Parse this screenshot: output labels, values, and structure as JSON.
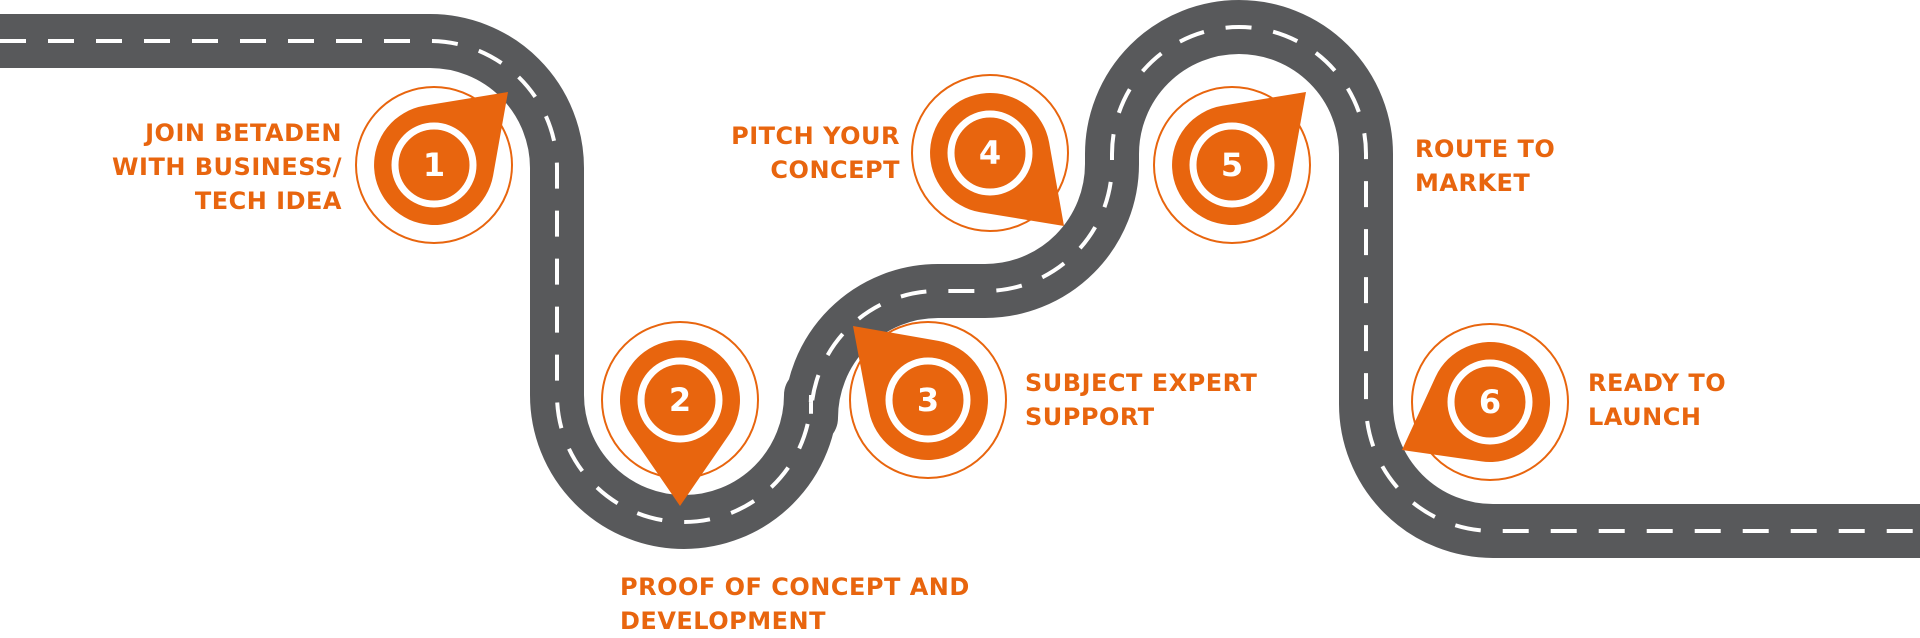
{
  "colors": {
    "road": "#58595b",
    "dash": "#ffffff",
    "accent": "#e8650e",
    "number_text": "#ffffff"
  },
  "steps": [
    {
      "number": "1",
      "label_lines": [
        "JOIN BETADEN",
        "WITH BUSINESS/",
        "TECH IDEA"
      ]
    },
    {
      "number": "2",
      "label_lines": [
        "PROOF OF CONCEPT AND",
        "DEVELOPMENT"
      ]
    },
    {
      "number": "3",
      "label_lines": [
        "SUBJECT EXPERT",
        "SUPPORT"
      ]
    },
    {
      "number": "4",
      "label_lines": [
        "PITCH YOUR",
        "CONCEPT"
      ]
    },
    {
      "number": "5",
      "label_lines": [
        "ROUTE TO",
        "MARKET"
      ]
    },
    {
      "number": "6",
      "label_lines": [
        "READY TO",
        "LAUNCH"
      ]
    }
  ]
}
